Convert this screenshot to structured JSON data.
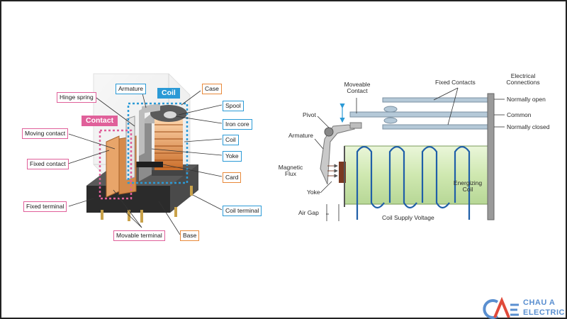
{
  "left": {
    "headers": {
      "contact": "Contact",
      "coil": "Coil"
    },
    "labels": {
      "hinge_spring": "Hinge spring",
      "moving_contact": "Moving contact",
      "fixed_contact": "Fixed contact",
      "fixed_terminal": "Fixed terminal",
      "movable_terminal": "Movable terminal",
      "armature": "Armature",
      "case": "Case",
      "spool": "Spool",
      "iron_core": "Iron core",
      "coil": "Coil",
      "yoke": "Yoke",
      "card": "Card",
      "coil_terminal": "Coil terminal",
      "base": "Base"
    }
  },
  "right": {
    "fixed_contacts": "Fixed Contacts",
    "electrical_connections_1": "Electrical",
    "electrical_connections_2": "Connections",
    "normally_open": "Normally open",
    "common": "Common",
    "normally_closed": "Normally closed",
    "moveable_contact_1": "Moveable",
    "moveable_contact_2": "Contact",
    "pivot": "Pivot",
    "armature": "Armature",
    "magnetic_flux_1": "Magnetic",
    "magnetic_flux_2": "Flux",
    "yoke": "Yoke",
    "air_gap": "Air Gap",
    "coil_supply_voltage": "Coil Supply Voltage",
    "energizing_coil_1": "Energizing",
    "energizing_coil_2": "Coil"
  },
  "brand": {
    "line1": "CHAU A",
    "line2": "ELECTRIC"
  },
  "colors": {
    "pink": "#e0609a",
    "blue": "#2b9ad6",
    "orange": "#e8893a",
    "coil_wire": "#1f5fa8",
    "coil_body": "#cfe8b0"
  }
}
